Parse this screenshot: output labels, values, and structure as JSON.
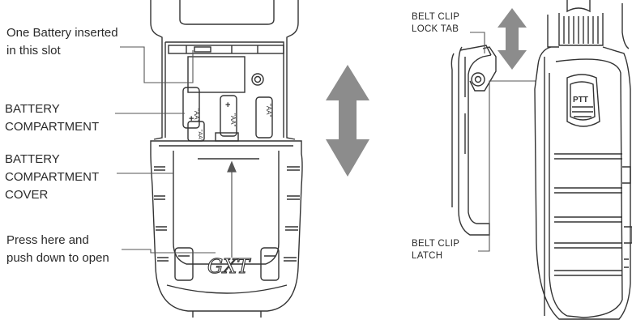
{
  "labels": {
    "battery_slot": [
      "One Battery inserted",
      "in this slot"
    ],
    "battery_compartment": [
      "BATTERY",
      "COMPARTMENT"
    ],
    "compartment_cover": [
      "BATTERY",
      "COMPARTMENT",
      "COVER"
    ],
    "press_here": [
      "Press here and",
      "push down to open"
    ],
    "belt_clip_lock_tab": [
      "BELT CLIP",
      "LOCK TAB"
    ],
    "belt_clip_latch": [
      "BELT CLIP",
      "LATCH"
    ]
  },
  "radio_text": {
    "brand_logo": "GXT",
    "ptt_button": "PTT",
    "battery_marking": "\"AA\"",
    "plus_sign": "+"
  },
  "colors": {
    "arrow_fill": "#8c8c8c",
    "line_art": "#333333",
    "leader_line": "#555555",
    "label_text": "#2a2a2a"
  },
  "icons": {
    "large_arrow": "double-vertical-arrow-icon",
    "small_arrow": "double-vertical-arrow-icon"
  }
}
